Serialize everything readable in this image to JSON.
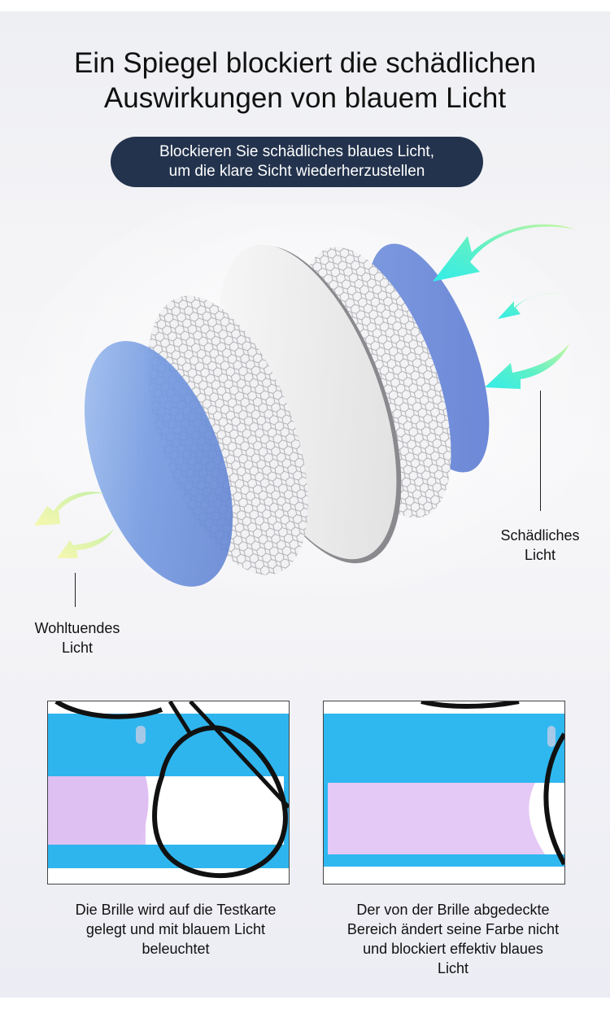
{
  "header": {
    "title_line1": "Ein Spiegel blockiert die schädlichen",
    "title_line2": "Auswirkungen von blauem Licht",
    "pill_line1": "Blockieren Sie schädliches blaues Licht,",
    "pill_line2": "um die klare Sicht wiederherzustellen"
  },
  "diagram": {
    "label_harmful_line1": "Schädliches",
    "label_harmful_line2": "Licht",
    "label_beneficial_line1": "Wohltuendes",
    "label_beneficial_line2": "Licht",
    "layers": [
      "blue-coating",
      "mesh-layer",
      "clear-lens",
      "mesh-layer",
      "blue-coating"
    ]
  },
  "photos": [
    {
      "caption_line1": "Die Brille wird auf die Testkarte",
      "caption_line2": "gelegt und mit blauem Licht",
      "caption_line3": "beleuchtet"
    },
    {
      "caption_line1": "Der von der Brille abgedeckte",
      "caption_line2": "Bereich ändert seine Farbe nicht",
      "caption_line3": "und blockiert effektiv blaues",
      "caption_line4": "Licht"
    }
  ],
  "colors": {
    "pill_bg": "#23334d",
    "lens_blue": "#6f8fd8",
    "arrow_cyan": "#3ff0e6",
    "arrow_yellow": "#eef7a8",
    "card_blue": "#2fb8f0",
    "card_violet": "#e4c8f5"
  }
}
